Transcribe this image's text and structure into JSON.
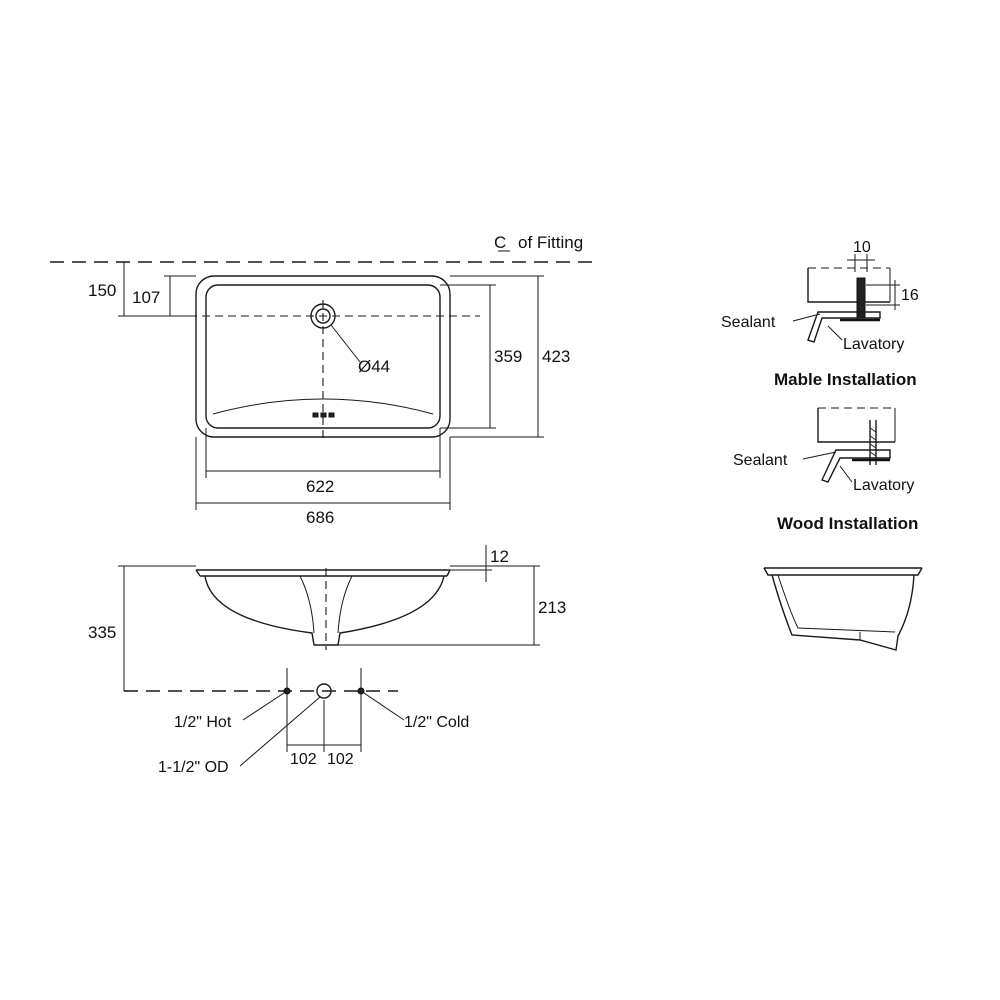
{
  "top_view": {
    "centerline_symbol": "C",
    "centerline_label": "of Fitting",
    "dim_150": "150",
    "dim_107": "107",
    "dim_359": "359",
    "dim_423": "423",
    "drain_diameter": "Ø44",
    "dim_622": "622",
    "dim_686": "686"
  },
  "side_view": {
    "dim_12": "12",
    "dim_213": "213",
    "dim_335": "335",
    "hot_label": "1/2\" Hot",
    "cold_label": "1/2\" Cold",
    "od_label": "1-1/2\" OD",
    "dim_102_left": "102",
    "dim_102_right": "102"
  },
  "marble_detail": {
    "dim_10": "10",
    "dim_16": "16",
    "sealant_label": "Sealant",
    "lavatory_label": "Lavatory",
    "title": "Mable Installation"
  },
  "wood_detail": {
    "sealant_label": "Sealant",
    "lavatory_label": "Lavatory",
    "title": "Wood Installation"
  }
}
